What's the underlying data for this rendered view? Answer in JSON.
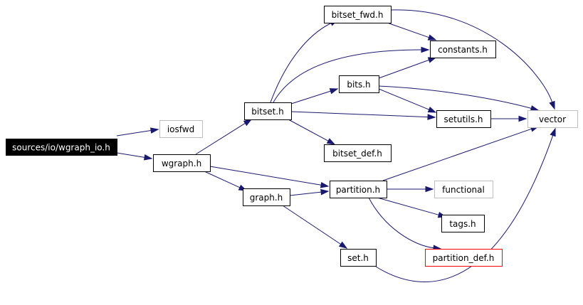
{
  "nodes": [
    {
      "id": "wgraph_io",
      "label": "sources/io/wgraph_io.h",
      "kind": "root"
    },
    {
      "id": "iosfwd",
      "label": "iosfwd",
      "kind": "external"
    },
    {
      "id": "wgraph",
      "label": "wgraph.h",
      "kind": "normal"
    },
    {
      "id": "bitset",
      "label": "bitset.h",
      "kind": "normal"
    },
    {
      "id": "graph",
      "label": "graph.h",
      "kind": "normal"
    },
    {
      "id": "bitset_fwd",
      "label": "bitset_fwd.h",
      "kind": "normal"
    },
    {
      "id": "constants",
      "label": "constants.h",
      "kind": "normal"
    },
    {
      "id": "bits",
      "label": "bits.h",
      "kind": "normal"
    },
    {
      "id": "setutils",
      "label": "setutils.h",
      "kind": "normal"
    },
    {
      "id": "bitset_def",
      "label": "bitset_def.h",
      "kind": "normal"
    },
    {
      "id": "vector",
      "label": "vector",
      "kind": "external"
    },
    {
      "id": "partition",
      "label": "partition.h",
      "kind": "normal"
    },
    {
      "id": "functional",
      "label": "functional",
      "kind": "external"
    },
    {
      "id": "tags",
      "label": "tags.h",
      "kind": "normal"
    },
    {
      "id": "partition_def",
      "label": "partition_def.h",
      "kind": "truncated"
    },
    {
      "id": "set",
      "label": "set.h",
      "kind": "normal"
    }
  ],
  "edges": [
    {
      "from": "wgraph_io",
      "to": "iosfwd"
    },
    {
      "from": "wgraph_io",
      "to": "wgraph"
    },
    {
      "from": "wgraph",
      "to": "bitset"
    },
    {
      "from": "wgraph",
      "to": "graph"
    },
    {
      "from": "wgraph",
      "to": "partition"
    },
    {
      "from": "bitset",
      "to": "bitset_fwd"
    },
    {
      "from": "bitset",
      "to": "constants"
    },
    {
      "from": "bitset",
      "to": "bits"
    },
    {
      "from": "bitset",
      "to": "setutils"
    },
    {
      "from": "bitset",
      "to": "bitset_def"
    },
    {
      "from": "bitset_fwd",
      "to": "constants"
    },
    {
      "from": "bitset_fwd",
      "to": "vector"
    },
    {
      "from": "bits",
      "to": "constants"
    },
    {
      "from": "bits",
      "to": "setutils"
    },
    {
      "from": "bits",
      "to": "vector"
    },
    {
      "from": "setutils",
      "to": "vector"
    },
    {
      "from": "graph",
      "to": "partition"
    },
    {
      "from": "graph",
      "to": "set"
    },
    {
      "from": "partition",
      "to": "vector"
    },
    {
      "from": "partition",
      "to": "functional"
    },
    {
      "from": "partition",
      "to": "tags"
    },
    {
      "from": "partition",
      "to": "partition_def"
    },
    {
      "from": "set",
      "to": "vector"
    }
  ]
}
